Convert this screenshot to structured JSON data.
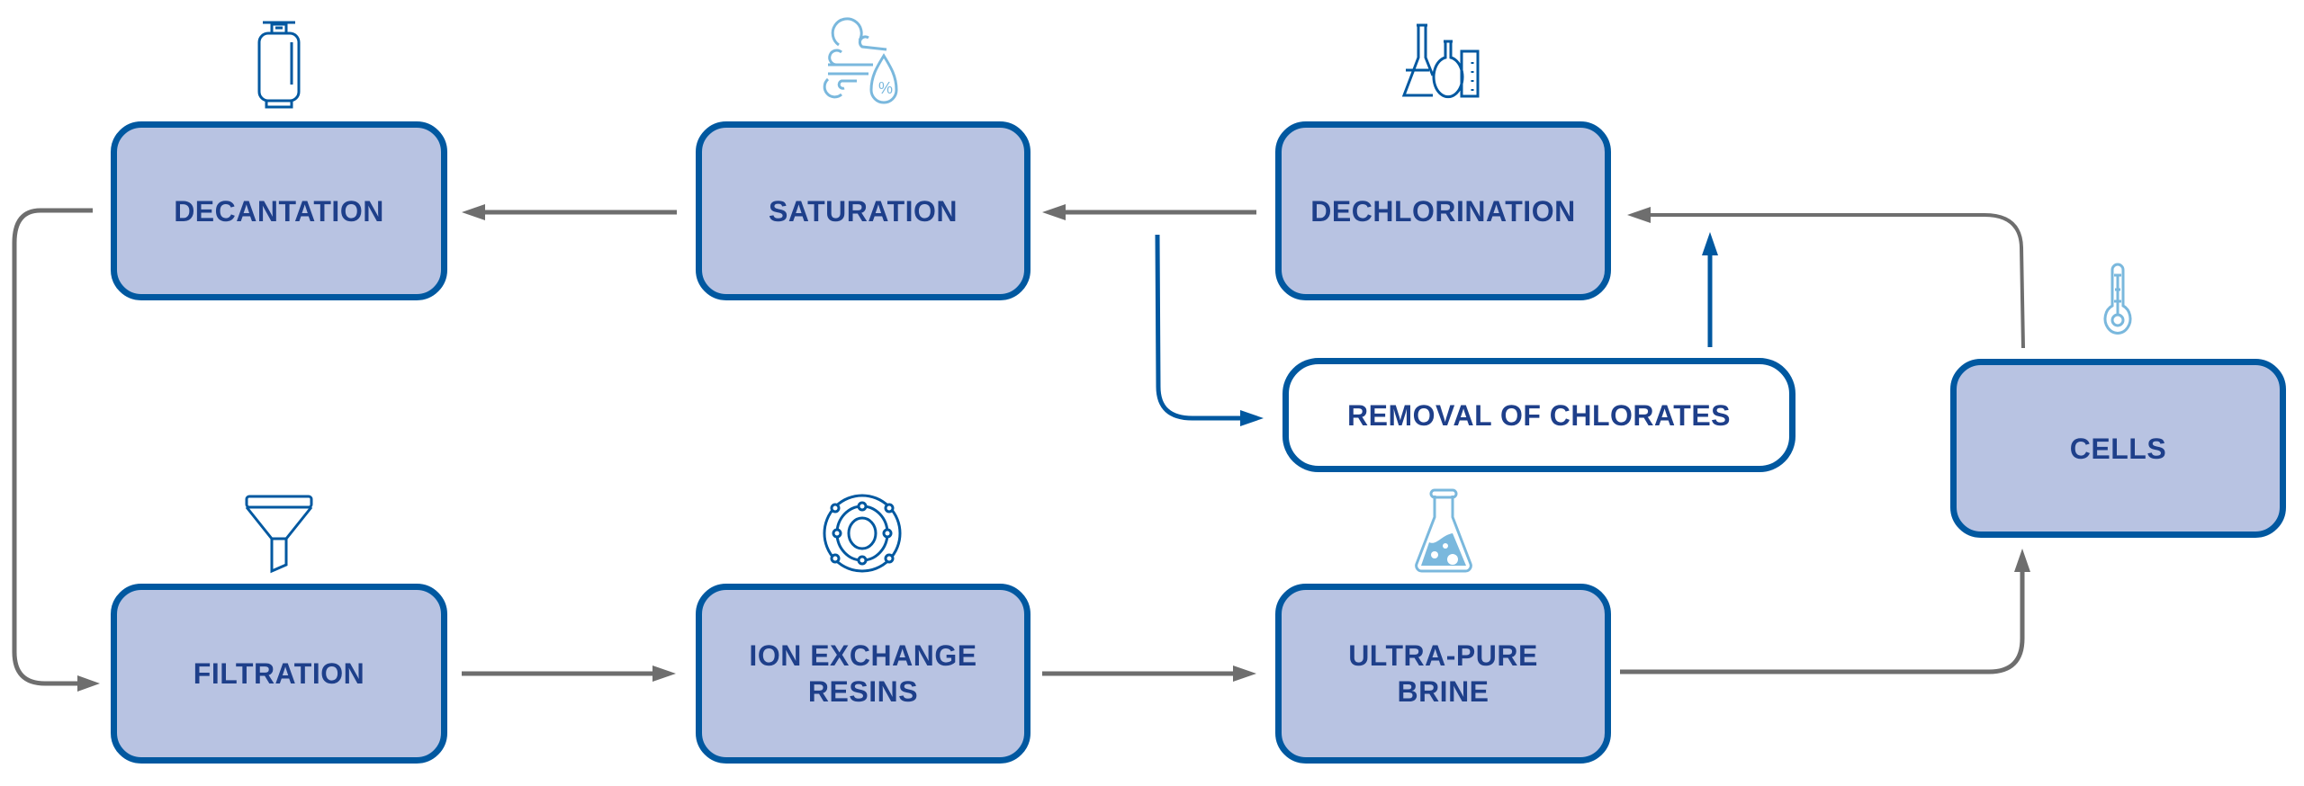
{
  "colors": {
    "box_fill": "#b8c3e2",
    "box_border": "#0058a0",
    "text": "#1e3f8a",
    "arrow_grey": "#6e6e6e",
    "arrow_blue": "#0058a0",
    "icon_dark": "#0058a0",
    "icon_light": "#7ab8dd"
  },
  "nodes": {
    "decantation": {
      "label": "DECANTATION",
      "icon": "gas-cylinder-icon"
    },
    "saturation": {
      "label": "SATURATION",
      "icon": "wind-humidity-icon"
    },
    "dechlorination": {
      "label": "DECHLORINATION",
      "icon": "lab-glassware-icon"
    },
    "removal": {
      "label": "REMOVAL OF CHLORATES"
    },
    "cells": {
      "label": "CELLS",
      "icon": "thermometer-icon"
    },
    "filtration": {
      "label": "FILTRATION",
      "icon": "funnel-icon"
    },
    "ion_exchange": {
      "label": "ION EXCHANGE\nRESINS",
      "icon": "atom-icon"
    },
    "brine": {
      "label": "ULTRA-PURE\nBRINE",
      "icon": "flask-icon"
    }
  },
  "flows": [
    {
      "from": "dechlorination",
      "to": "saturation",
      "color": "grey"
    },
    {
      "from": "saturation",
      "to": "decantation",
      "color": "grey"
    },
    {
      "from": "decantation",
      "to": "filtration",
      "color": "grey"
    },
    {
      "from": "filtration",
      "to": "ion_exchange",
      "color": "grey"
    },
    {
      "from": "ion_exchange",
      "to": "brine",
      "color": "grey"
    },
    {
      "from": "brine",
      "to": "cells",
      "color": "grey"
    },
    {
      "from": "cells",
      "to": "dechlorination",
      "color": "grey"
    },
    {
      "from": "saturation-line",
      "to": "removal",
      "color": "blue"
    },
    {
      "from": "removal",
      "to": "dechlorination",
      "color": "blue"
    }
  ]
}
